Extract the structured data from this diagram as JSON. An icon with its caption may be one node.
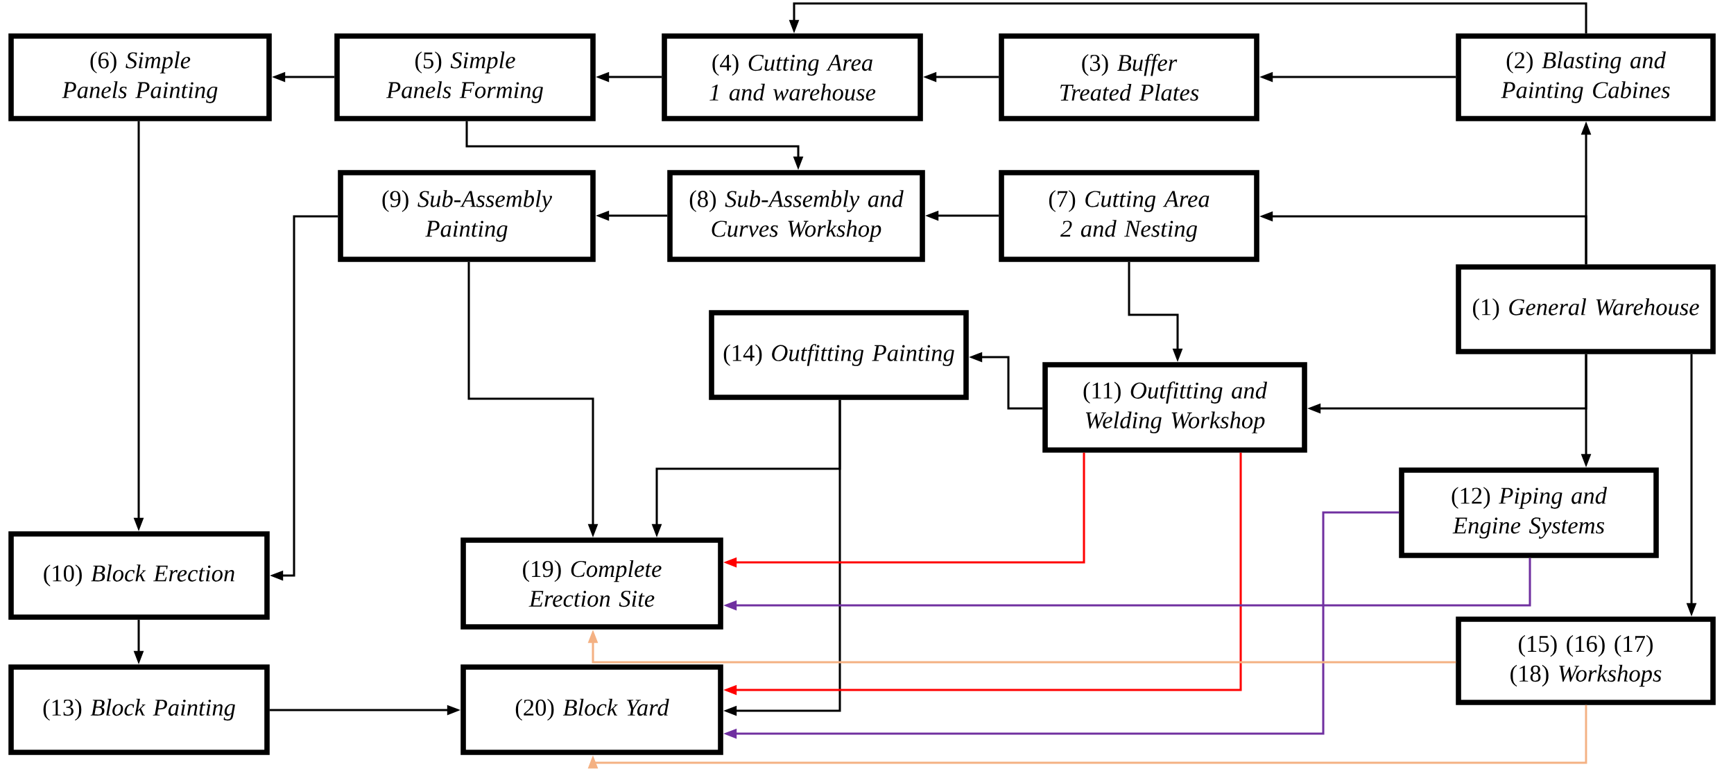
{
  "diagram": {
    "nodes": [
      {
        "text": [
          "(1) *General Warehouse*"
        ]
      },
      {
        "text": [
          "(2) *Blasting and Painting Cabines*"
        ]
      },
      {
        "text": [
          "(3) *Buffer Treated Plates*"
        ]
      },
      {
        "text": [
          "(4) *Cutting Area 1 and warehouse*"
        ]
      },
      {
        "text": [
          "(5) *Simple Panels Forming*"
        ]
      },
      {
        "text": [
          "(6) *Simple Panels Painting*"
        ]
      },
      {
        "text": [
          "(7) *Cutting Area 2 and Nesting*"
        ]
      },
      {
        "text": [
          "(8) *Sub-Assembly and Curves Workshop*"
        ]
      },
      {
        "text": [
          "(9) *Sub-Assembly Painting*"
        ]
      },
      {
        "text": [
          "(10) *Block Erection*"
        ]
      },
      {
        "text": [
          "(11) *Outfitting and Welding Workshop*"
        ]
      },
      {
        "text": [
          "(12) *Piping and Engine Systems*"
        ]
      },
      {
        "text": [
          "(13) *Block Painting*"
        ]
      },
      {
        "text": [
          "(14) *Outfitting Painting*"
        ]
      },
      {
        "text": [
          "(15) (16) (17) (18) *Workshops*"
        ]
      },
      {
        "text": [
          "(19) *Complete Erection Site*"
        ]
      },
      {
        "text": [
          "(20) *Block Yard*"
        ]
      }
    ],
    "edges": [
      {
        "from": 0,
        "to": 1,
        "arrow": "to"
      },
      {
        "from": 0,
        "to": 6,
        "arrow": "to"
      },
      {
        "from": 0,
        "to": 10,
        "arrow": "to"
      },
      {
        "from": 0,
        "to": 11,
        "arrow": "to"
      },
      {
        "from": 0,
        "to": 14,
        "arrow": "to"
      },
      {
        "from": 1,
        "to": 2,
        "arrow": "to"
      },
      {
        "from": 1,
        "to": 3,
        "arrow": "to"
      },
      {
        "from": 2,
        "to": 3,
        "arrow": "to"
      },
      {
        "from": 3,
        "to": 4,
        "arrow": "to"
      },
      {
        "from": 4,
        "to": 5,
        "arrow": "to"
      },
      {
        "from": 4,
        "to": 7,
        "arrow": "to"
      },
      {
        "from": 6,
        "to": 7,
        "arrow": "to"
      },
      {
        "from": 6,
        "to": 10,
        "arrow": "to"
      },
      {
        "from": 7,
        "to": 8,
        "arrow": "to"
      },
      {
        "from": 8,
        "to": 9,
        "arrow": "to"
      },
      {
        "from": 8,
        "to": 15,
        "arrow": "to"
      },
      {
        "from": 5,
        "to": 9,
        "arrow": "to"
      },
      {
        "from": 10,
        "to": 13,
        "arrow": "to"
      },
      {
        "from": 13,
        "to": 15,
        "arrow": "to"
      },
      {
        "from": 13,
        "to": 16,
        "arrow": "to"
      },
      {
        "from": 10,
        "to": 15,
        "arrow": "to",
        "color": "#ff0000"
      },
      {
        "from": 10,
        "to": 16,
        "arrow": "to",
        "color": "#ff0000"
      },
      {
        "from": 11,
        "to": 15,
        "arrow": "to",
        "color": "#7030a0"
      },
      {
        "from": 11,
        "to": 16,
        "arrow": "to",
        "color": "#7030a0"
      },
      {
        "from": 14,
        "to": 15,
        "arrow": "to",
        "color": "#f4b183"
      },
      {
        "from": 14,
        "to": 16,
        "arrow": "to",
        "color": "#f4b183"
      },
      {
        "from": 9,
        "to": 12,
        "arrow": "to"
      },
      {
        "from": 12,
        "to": 16,
        "arrow": "to"
      }
    ]
  }
}
